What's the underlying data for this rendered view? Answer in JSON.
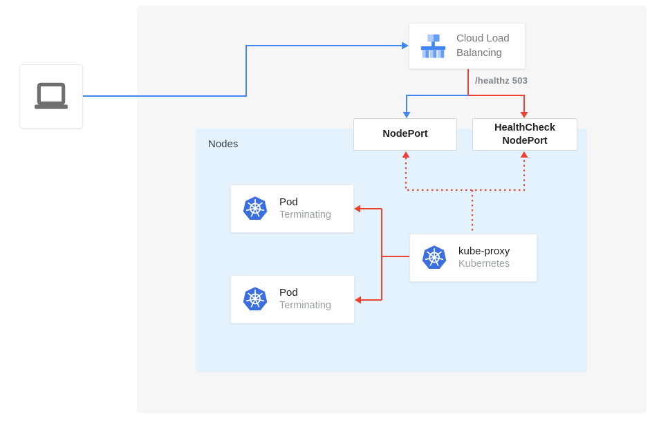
{
  "colors": {
    "blue": "#4285F4",
    "red": "#EA4335",
    "panel_gray": "#F6F6F6",
    "nodes_blue": "#E3F2FD",
    "text_dark": "#202124",
    "text_gray": "#80868B",
    "text_sub": "#9AA0A6",
    "k8s_blue": "#3B6FE0",
    "clb_light": "#AECBFA",
    "clb_mid": "#669DF6",
    "clb_dark": "#4285F4",
    "laptop_gray": "#6F6F6F"
  },
  "icons": [
    "laptop-icon",
    "cloud-load-balancing-icon",
    "kubernetes-icon"
  ],
  "nodes_panel": {
    "label": "Nodes"
  },
  "cloud_load_balancing": {
    "label": "Cloud Load Balancing"
  },
  "labels": {
    "healthz": "/healthz 503"
  },
  "nodeport": {
    "label": "NodePort"
  },
  "healthcheck_nodeport": {
    "label": "HealthCheck NodePort"
  },
  "pods": [
    {
      "title": "Pod",
      "status": "Terminating"
    },
    {
      "title": "Pod",
      "status": "Terminating"
    }
  ],
  "kube_proxy": {
    "title": "kube-proxy",
    "subtitle": "Kubernetes"
  }
}
